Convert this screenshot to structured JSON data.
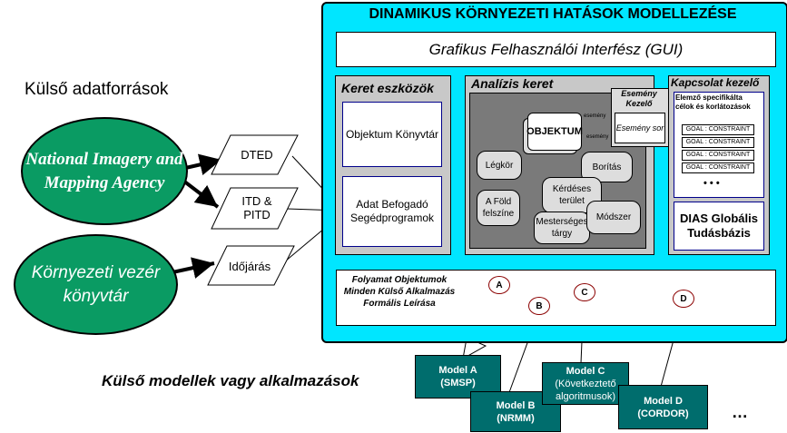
{
  "external_sources": {
    "heading": "Külső adatforrások",
    "nima": "National Imagery and Mapping Agency",
    "env_library": "Környezeti vezér könyvtár",
    "items": [
      "DTED",
      "ITD & PITD",
      "Időjárás"
    ]
  },
  "main": {
    "title": "DINAMIKUS KÖRNYEZETI HATÁSOK MODELLEZÉSE",
    "gui": "Grafikus Felhasználói Interfész (GUI)"
  },
  "frame_tools": {
    "title": "Keret eszközök",
    "object_library": "Objektum Könyvtár",
    "data_loader": "Adat Befogadó Segédprogramok"
  },
  "analysis": {
    "title": "Analízis keret",
    "object": "OBJEKTUM",
    "esemeny": "esemény",
    "nodes": [
      "Légkör",
      "Borítás",
      "A Föld felszíne",
      "Kérdéses terület",
      "Mesterséges tárgy",
      "Módszer"
    ]
  },
  "event_handler": {
    "title": "Esemény Kezelő",
    "queue": "Esemény sor"
  },
  "connection": {
    "title": "Kapcsolat kezelő",
    "goals_title": "Elemző specifikálta célok és korlátozások",
    "goal_label": "GOAL : CONSTRAINT",
    "dots": "• • •",
    "dias": "DIAS Globális Tudásbázis"
  },
  "process": {
    "text": "Folyamat Objektumok Minden Külső Alkalmazás Formális Leírása",
    "connectors": [
      "A",
      "B",
      "C",
      "D"
    ]
  },
  "external_models": {
    "heading": "Külső modellek vagy alkalmazások",
    "models": [
      {
        "name": "Model A",
        "sub": "(SMSP)"
      },
      {
        "name": "Model B",
        "sub": "(NRMM)"
      },
      {
        "name": "Model C",
        "sub": "(Következtető algoritmusok)"
      },
      {
        "name": "Model D",
        "sub": "(CORDOR)"
      }
    ],
    "ellipsis": "…"
  },
  "colors": {
    "cyan": "#00e6ff",
    "green": "#0a9b63",
    "teal": "#006d6d",
    "gray": "#c8c8c8"
  }
}
